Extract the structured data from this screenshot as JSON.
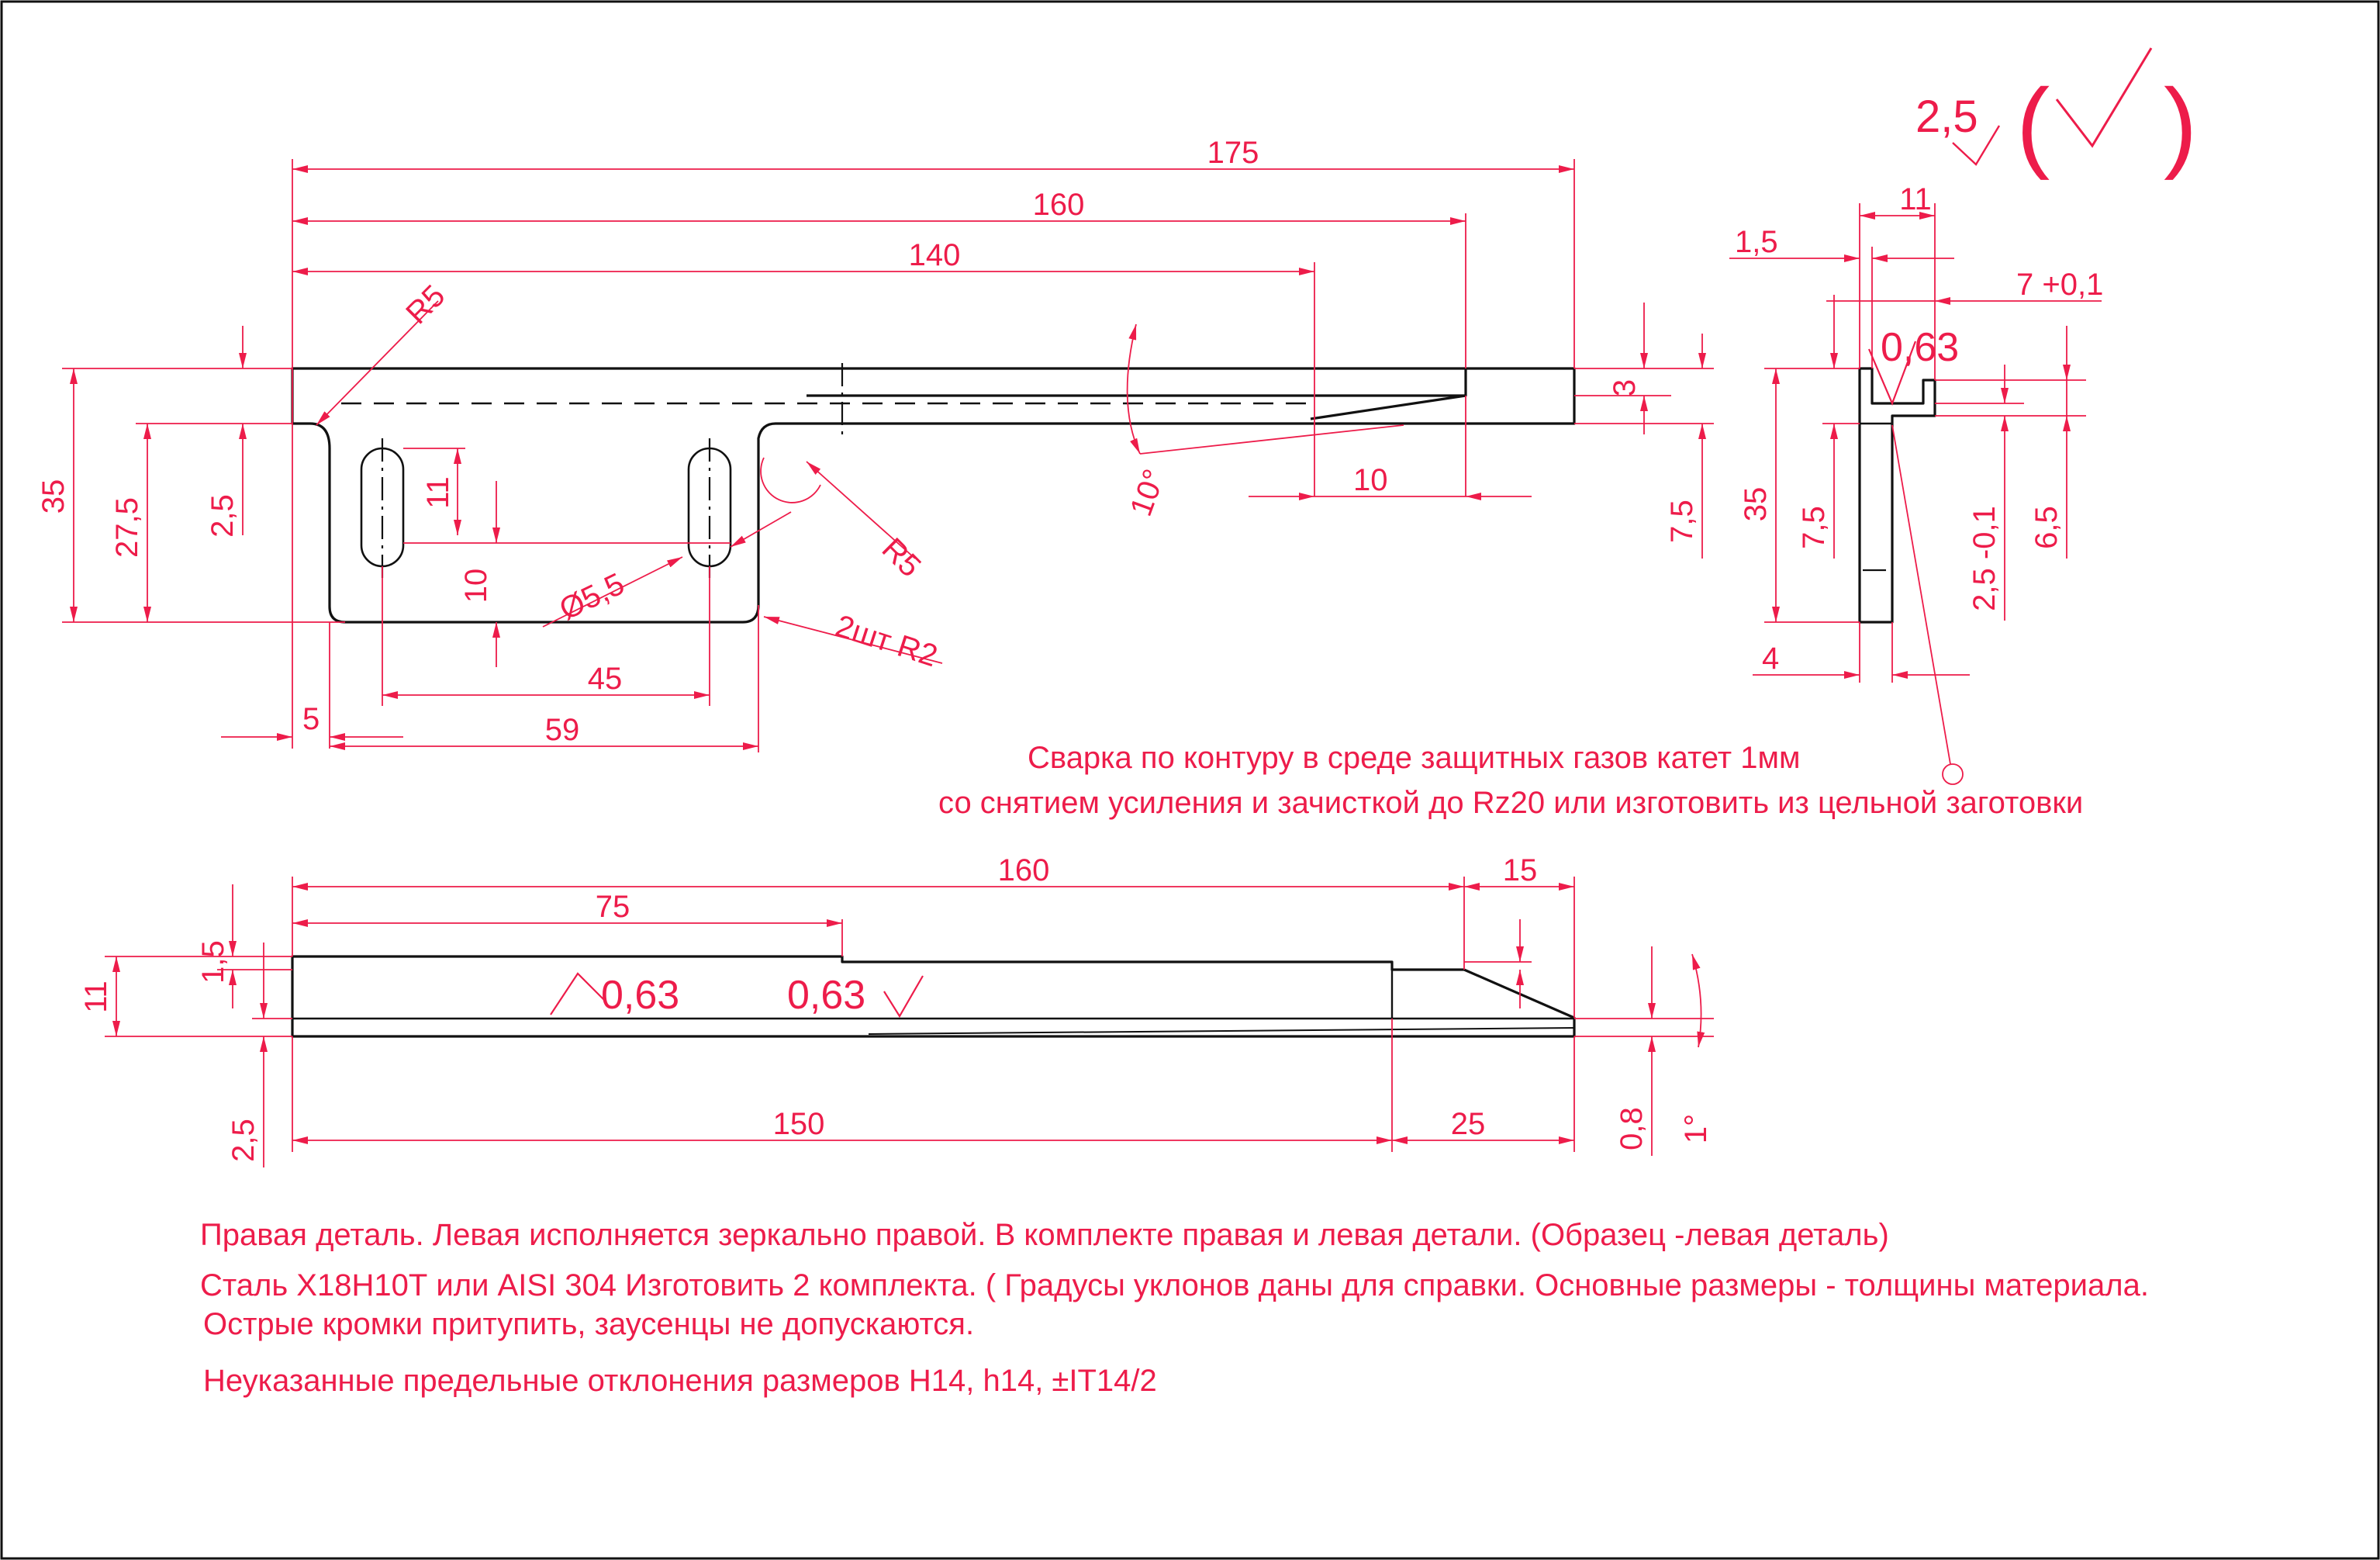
{
  "colors": {
    "dimension": "#ed1c4a",
    "outline": "#111111",
    "background": "#ffffff"
  },
  "roughness": {
    "value": "2,5",
    "bracket_open": "(",
    "bracket_close": ")"
  },
  "top_view": {
    "dims": {
      "d175": "175",
      "d160": "160",
      "d140": "140",
      "d10": "10",
      "r5_top": "R5",
      "d35": "35",
      "d27_5": "27,5",
      "d2_5": "2,5",
      "d11": "11",
      "d10_slot": "10",
      "dia5_5": "Ø5,5",
      "r5_right": "R5",
      "r2": "2шт R2",
      "d45": "45",
      "d5": "5",
      "d59": "59",
      "d3": "3",
      "d7_5": "7,5",
      "ang10": "10°"
    }
  },
  "side_view": {
    "dims": {
      "d11": "11",
      "d1_5": "1,5",
      "d7_01": "7 +0,1",
      "rough": "0,63",
      "d35": "35",
      "d7_5": "7,5",
      "d2_5_01": "2,5 -0,1",
      "d6_5": "6,5",
      "d4": "4"
    }
  },
  "weld_note": {
    "line1": "Сварка по контуру в среде защитных газов катет 1мм",
    "line2": "со снятием усиления и зачисткой до Rz20 или изготовить из цельной заготовки"
  },
  "bottom_view": {
    "dims": {
      "d160": "160",
      "d15": "15",
      "d75": "75",
      "d11": "11",
      "d1_5": "1,5",
      "rough1": "0,63",
      "rough2": "0,63",
      "d2_5": "2,5",
      "d150": "150",
      "d25": "25",
      "d0_8": "0,8",
      "ang1": "1°"
    }
  },
  "notes": [
    "Правая деталь. Левая исполняется зеркально правой. В комплекте правая и левая детали. (Образец -левая деталь)",
    "Сталь Х18Н10Т или AISI 304  Изготовить 2 комплекта. ( Градусы уклонов даны для справки. Основные размеры - толщины материала.",
    "Острые кромки притупить, заусенцы не допускаются.",
    "Неуказанные предельные отклонения размеров H14, h14, ±IT14/2"
  ]
}
